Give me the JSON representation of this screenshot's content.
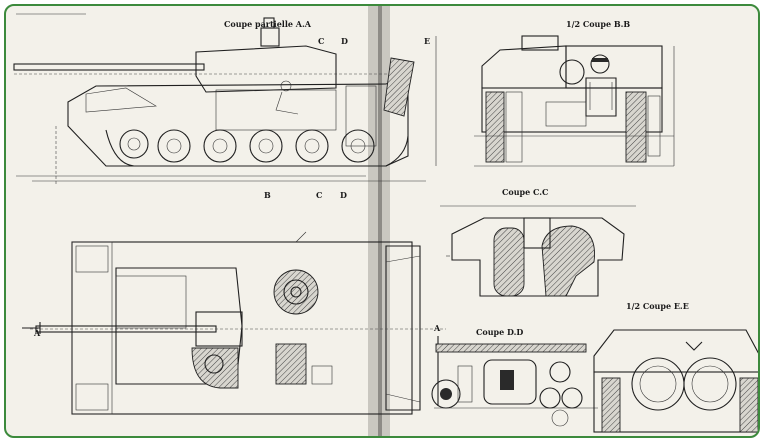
{
  "labels": {
    "coupe_a": "Coupe partielle A.A",
    "coupe_b": "1/2 Coupe B.B",
    "coupe_c": "Coupe C.C",
    "coupe_d": "Coupe D.D",
    "coupe_e": "1/2 Coupe E.E",
    "marker_a": "A",
    "marker_b": "B",
    "marker_e": "E",
    "marker_c": "C",
    "marker_d": "D"
  },
  "colors": {
    "frame": "#3c8a3c",
    "paper": "#f3f1ea",
    "ink": "#202020"
  }
}
